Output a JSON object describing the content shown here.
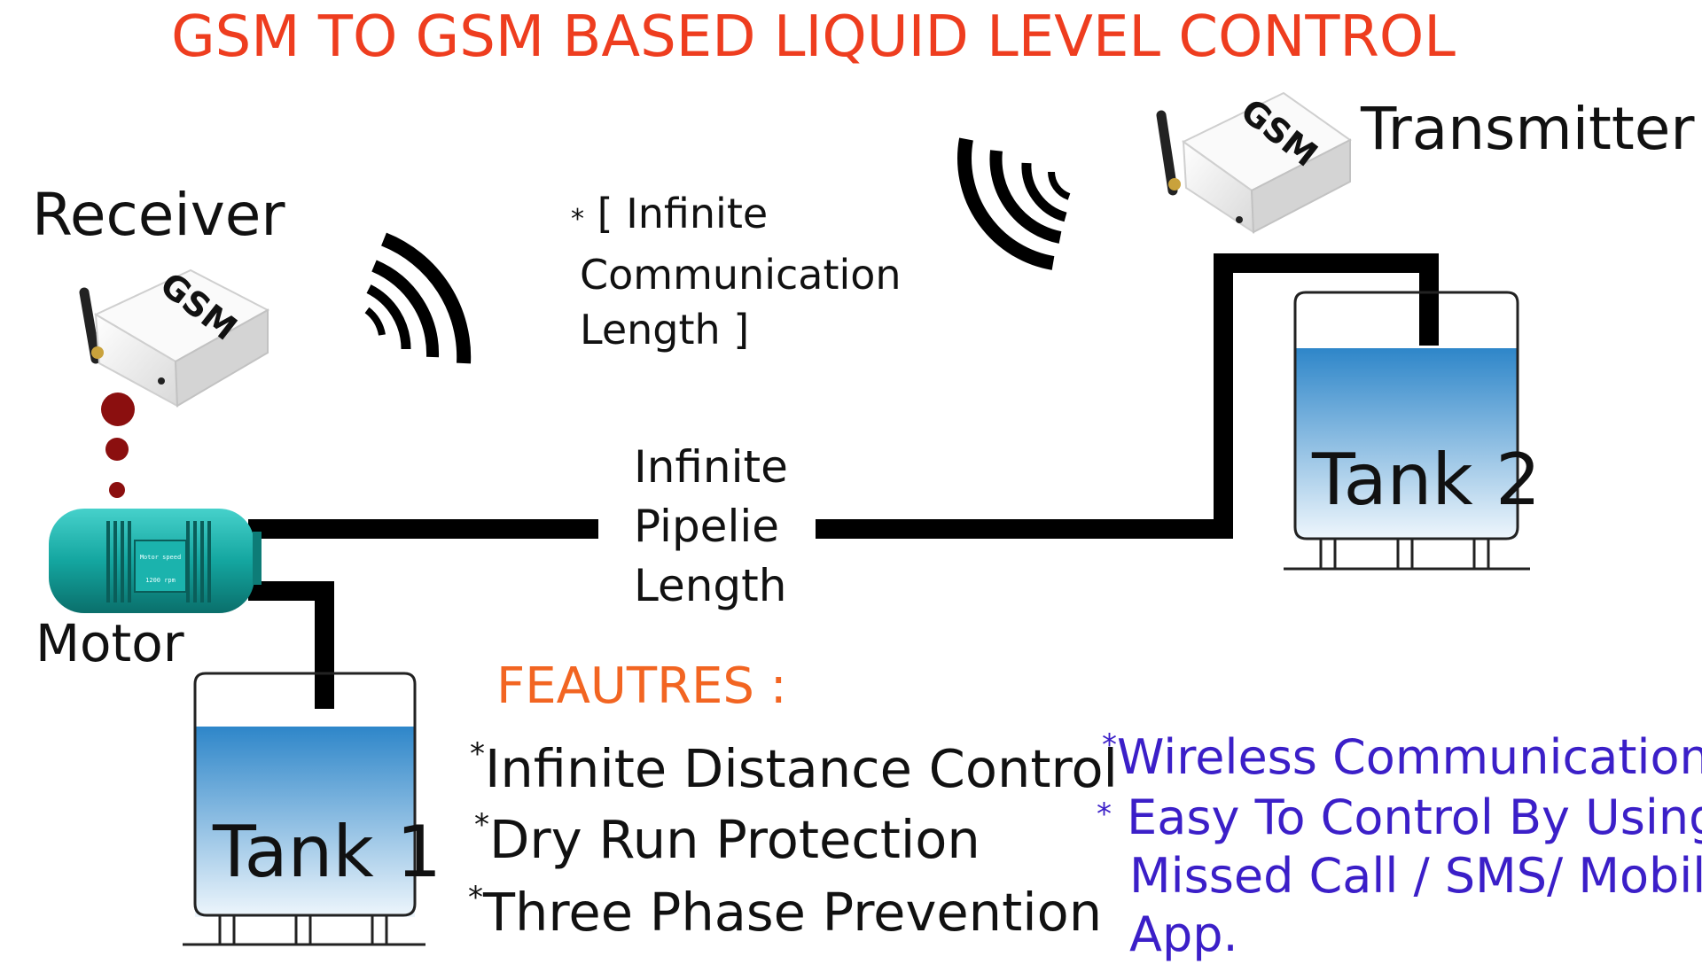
{
  "title": "GSM TO GSM BASED LIQUID LEVEL CONTROL",
  "colors": {
    "title": "#ee3d1f",
    "features_heading": "#f26522",
    "features_blue": "#3b1fc8",
    "water_top": "#2e86c9",
    "water_bottom": "#e8f3fb",
    "motor": "#17a9a4",
    "dots": "#8b0f0f"
  },
  "receiver": {
    "label": "Receiver",
    "device_text": "GSM"
  },
  "transmitter": {
    "label": "Transmitter",
    "device_text": "GSM"
  },
  "communication_note": {
    "star": "*",
    "line1": "[ Infinite",
    "line2": "Communication",
    "line3": "Length ]"
  },
  "pipeline_note": {
    "line1": "Infinite",
    "line2": "Pipelie",
    "line3": "Length"
  },
  "motor": {
    "label": "Motor",
    "plate_line1": "Motor speed",
    "plate_line2": "1200 rpm"
  },
  "tanks": [
    {
      "label": "Tank 1"
    },
    {
      "label": "Tank 2"
    }
  ],
  "features": {
    "heading": "FEAUTRES :",
    "left": [
      {
        "star": "*",
        "text": "Infinite Distance Control"
      },
      {
        "star": "*",
        "text": "Dry Run Protection"
      },
      {
        "star": "*",
        "text": "Three Phase Prevention"
      }
    ],
    "right": [
      {
        "star": "*",
        "text": "Wireless Communication"
      },
      {
        "star": "*",
        "line1": "Easy To Control By Using",
        "line2": "Missed Call / SMS/  Mobile",
        "line3": "App."
      }
    ]
  }
}
